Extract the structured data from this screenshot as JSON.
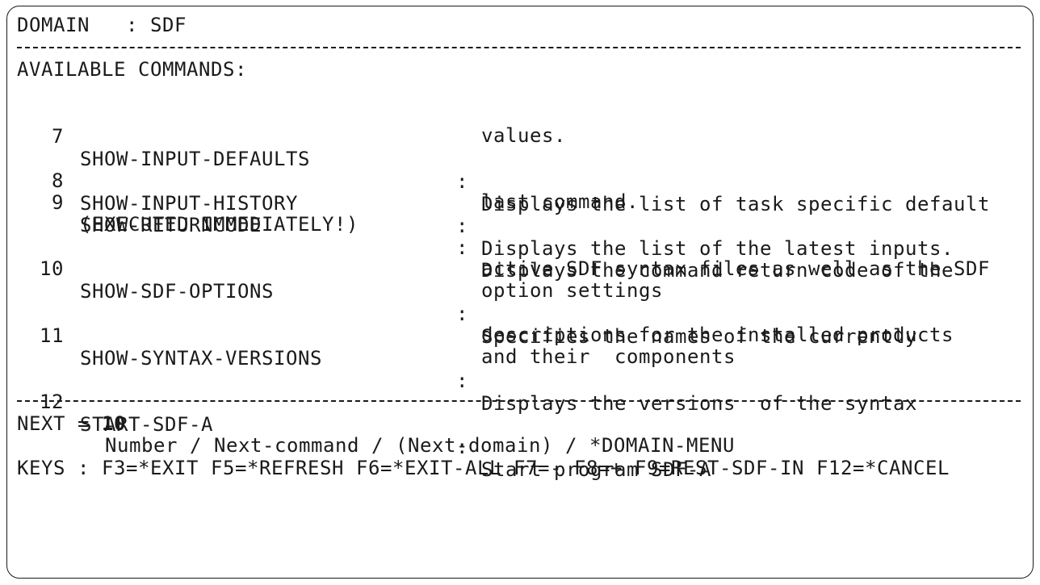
{
  "header": {
    "domain_label": "DOMAIN   : SDF"
  },
  "section_title": "AVAILABLE COMMANDS:",
  "commands": [
    {
      "number": "7",
      "name": "SHOW-INPUT-DEFAULTS",
      "separator": ":",
      "desc": [
        "Displays the list of task specific default",
        "values."
      ]
    },
    {
      "number": "8",
      "name": "SHOW-INPUT-HISTORY",
      "separator": ":",
      "desc": [
        "Displays the list of the latest inputs."
      ]
    },
    {
      "number": "9",
      "name": "SHOW-RETURNCODE",
      "separator": ":",
      "desc": [
        "Displays the command return code of the",
        "last command."
      ],
      "note": "(EXECUTED IMMEDIATELY!)"
    },
    {
      "number": "10",
      "name": "SHOW-SDF-OPTIONS",
      "separator": ":",
      "desc": [
        "Specifies the names of the currently",
        "active SDF syntax files as well as the SDF",
        "option settings"
      ]
    },
    {
      "number": "11",
      "name": "SHOW-SYNTAX-VERSIONS",
      "separator": ":",
      "desc": [
        "Displays the versions  of the syntax",
        "descriptions for the installed products",
        "and their  components"
      ]
    },
    {
      "number": "12",
      "name": "START-SDF-A",
      "separator": ":",
      "desc": [
        "Start program SDF-A"
      ]
    }
  ],
  "next": {
    "label": "NEXT = ",
    "value": "10",
    "hint": "Number / Next-command / (Next-domain) / *DOMAIN-MENU"
  },
  "keys": {
    "label": "KEYS : ",
    "text": "F3=*EXIT F5=*REFRESH F6=*EXIT-ALL F7=- F8=+ F9=REST-SDF-IN F12=*CANCEL"
  }
}
